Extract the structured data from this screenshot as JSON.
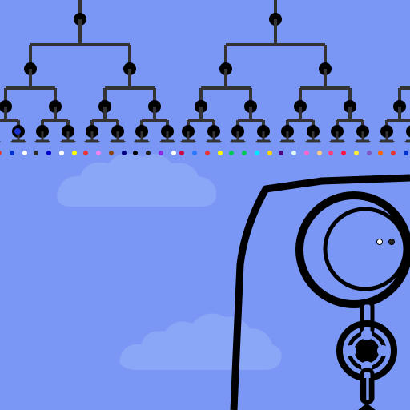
{
  "colors": {
    "sky": "#7a97f5",
    "cloud": "#8aa6f7",
    "line": "#333333",
    "node": "#000000",
    "bag_fill": "#7a97f5"
  },
  "scene": {
    "tree_levels": 5,
    "tree_roots_visible": 2
  },
  "leaf_dot_colors": [
    "#ff6600",
    "#e53935",
    "#0033cc",
    "#ffffff",
    "#2a2a2a",
    "#0000cc",
    "#ffffff",
    "#ffff00",
    "#e53935",
    "#ee82ee",
    "#8b4513",
    "#000080",
    "#000000",
    "#222222",
    "#8a2be2",
    "#ffffff",
    "#cc0044",
    "#2979ff",
    "#e53935",
    "#ffff00",
    "#00c853",
    "#00c853",
    "#00e5ff",
    "#ffd600",
    "#4b0082",
    "#e0f7fa",
    "#ff66cc",
    "#ffcc80",
    "#ff4081",
    "#ff1744",
    "#ffeb3b",
    "#7e57c2"
  ],
  "icons": {
    "creature": "round-eyed-bag-creature",
    "eye_left": "white-eye-dot",
    "eye_right": "dark-eye-dot",
    "belly_joint": "gear-ring-icon"
  }
}
